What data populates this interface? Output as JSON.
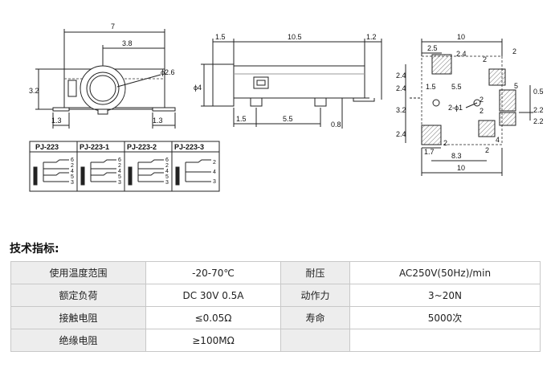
{
  "drawing": {
    "front": {
      "dims": [
        "7",
        "3.8",
        "3.2",
        "ϕ2.6",
        "1.3",
        "1.3"
      ]
    },
    "side": {
      "dims": [
        "1.5",
        "10.5",
        "1.2",
        "ϕ4",
        "1.5",
        "5.5",
        "0.8"
      ]
    },
    "footprint": {
      "dims": [
        "10",
        "2.5",
        "2.4",
        "2",
        "2",
        "2.4",
        "2.4",
        "1.5",
        "5.5",
        "5",
        "0.5",
        "3.2",
        "2-ϕ1",
        "2",
        "2",
        "4",
        "2.2",
        "2.2",
        "2.4",
        "1.7",
        "2",
        "8.3",
        "2",
        "10"
      ]
    },
    "circuits": {
      "headers": [
        "PJ-223",
        "PJ-223-1",
        "PJ-223-2",
        "PJ-223-3"
      ],
      "pins": [
        [
          "6",
          "2",
          "4",
          "5",
          "3"
        ],
        [
          "6",
          "2",
          "4",
          "5",
          "3"
        ],
        [
          "6",
          "2",
          "4",
          "5",
          "3"
        ],
        [
          "2",
          "4",
          "3"
        ]
      ]
    }
  },
  "specs": {
    "heading": "技术指标:",
    "rows": [
      [
        "使用温度范围",
        "-20-70℃",
        "耐压",
        "AC250V(50Hz)/min"
      ],
      [
        "额定负荷",
        "DC 30V 0.5A",
        "动作力",
        "3~20N"
      ],
      [
        "接触电阻",
        "≤0.05Ω",
        "寿命",
        "5000次"
      ],
      [
        "绝缘电阻",
        "≥100MΩ",
        "",
        ""
      ]
    ]
  }
}
